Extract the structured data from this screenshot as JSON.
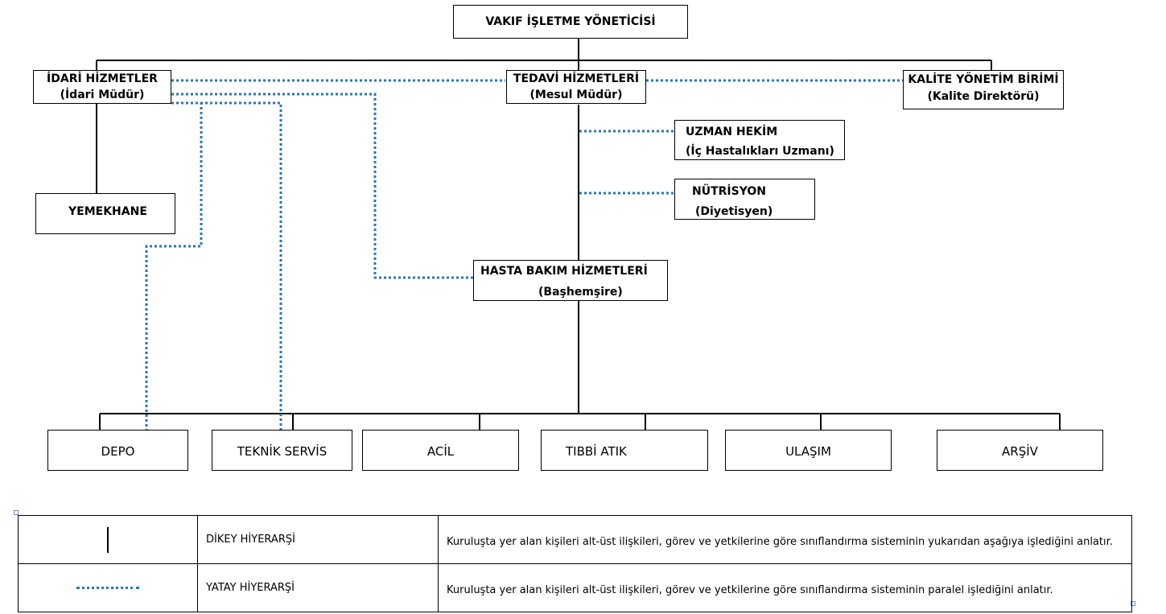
{
  "title": {
    "text": "VAKIF İŞLETME YÖNETİCİSİ"
  },
  "units": {
    "idari": {
      "line1": "İDARİ HİZMETLER",
      "line2": "(İdari Müdür)"
    },
    "tedavi": {
      "line1": "TEDAVİ HİZMETLERİ",
      "line2": "(Mesul Müdür)"
    },
    "kalite": {
      "line1": "KALİTE YÖNETİM BİRİMİ",
      "line2": "(Kalite Direktörü)"
    },
    "uzman": {
      "line1": "UZMAN HEKİM",
      "line2": "(İç Hastalıkları Uzmanı)"
    },
    "nutrisyon": {
      "line1": "NÜTRİSYON",
      "line2": "(Diyetisyen)"
    },
    "yemekhane": {
      "line1": "YEMEKHANE"
    },
    "hasta": {
      "line1": "HASTA BAKIM HİZMETLERİ",
      "line2": "(Başhemşire)"
    }
  },
  "bottom_units": [
    "DEPO",
    "TEKNİK SERVİS",
    "ACİL",
    "TIBBİ ATIK",
    "ULAŞIM",
    "ARŞİV"
  ],
  "legend": [
    {
      "name": "DİKEY HİYERARŞİ",
      "desc": "Kuruluşta yer alan kişileri alt-üst ilişkileri, görev ve yetkilerine göre sınıflandırma sisteminin yukarıdan aşağıya işlediğini anlatır."
    },
    {
      "name": "YATAY HİYERARŞİ",
      "desc": "Kuruluşta yer alan kişileri alt-üst ilişkileri, görev ve yetkilerine göre sınıflandırma sisteminin paralel işlediğini anlatır."
    }
  ],
  "colors": {
    "solid_line": "#000000",
    "dotted_line": "#2a74b6",
    "box_border": "#000000"
  }
}
